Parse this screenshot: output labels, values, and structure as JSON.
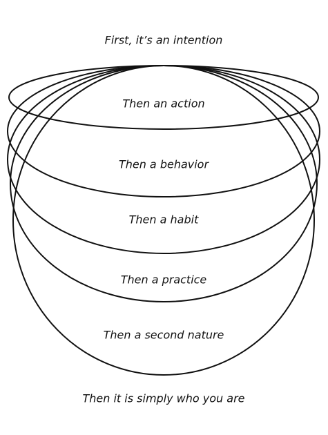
{
  "diagram": {
    "stages": [
      "First, it’s an intention",
      "Then an action",
      "Then a behavior",
      "Then a habit",
      "Then a practice",
      "Then a second nature",
      "Then it is simply who you are"
    ],
    "colors": {
      "stroke": "#111111",
      "background": "#ffffff",
      "text": "#111111"
    }
  }
}
